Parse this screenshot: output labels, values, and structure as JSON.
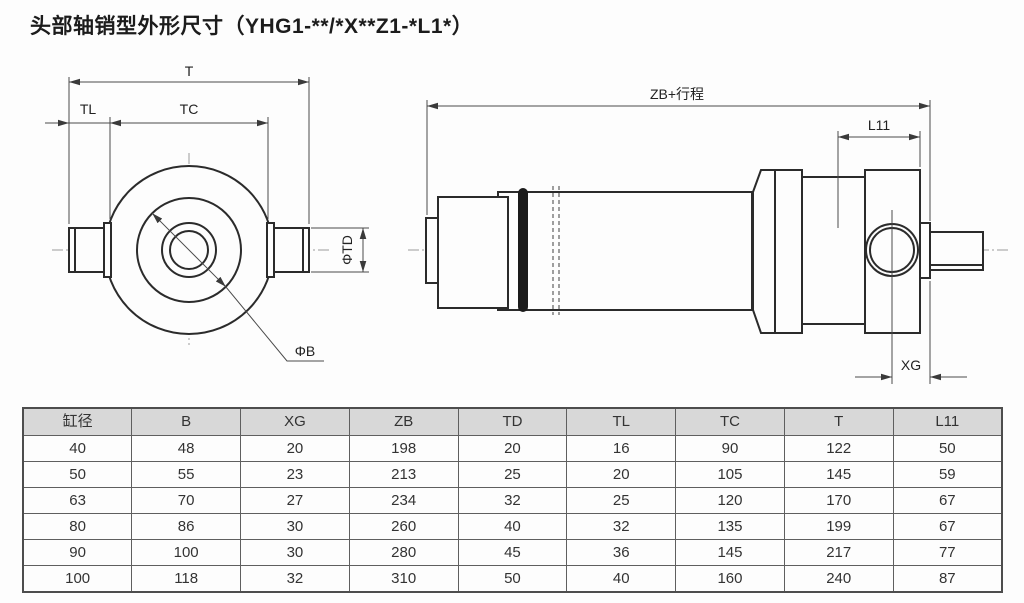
{
  "title": "头部轴销型外形尺寸（YHG1-**/*X**Z1-*L1*）",
  "diagram": {
    "front_view": {
      "labels": {
        "t": "T",
        "tl": "TL",
        "tc": "TC",
        "phi_td": "ΦTD",
        "phi_b": "ΦB"
      }
    },
    "side_view": {
      "labels": {
        "zb_stroke": "ZB+行程",
        "l11": "L11",
        "xg": "XG"
      }
    }
  },
  "table": {
    "headers": [
      "缸径",
      "B",
      "XG",
      "ZB",
      "TD",
      "TL",
      "TC",
      "T",
      "L11"
    ],
    "rows": [
      [
        "40",
        "48",
        "20",
        "198",
        "20",
        "16",
        "90",
        "122",
        "50"
      ],
      [
        "50",
        "55",
        "23",
        "213",
        "25",
        "20",
        "105",
        "145",
        "59"
      ],
      [
        "63",
        "70",
        "27",
        "234",
        "32",
        "25",
        "120",
        "170",
        "67"
      ],
      [
        "80",
        "86",
        "30",
        "260",
        "40",
        "32",
        "135",
        "199",
        "67"
      ],
      [
        "90",
        "100",
        "30",
        "280",
        "45",
        "36",
        "145",
        "217",
        "77"
      ],
      [
        "100",
        "118",
        "32",
        "310",
        "50",
        "40",
        "160",
        "240",
        "87"
      ]
    ]
  },
  "colors": {
    "line": "#2b2b2b",
    "table_header_bg": "#d8d8d8",
    "page_bg": "#fdfdfd"
  }
}
